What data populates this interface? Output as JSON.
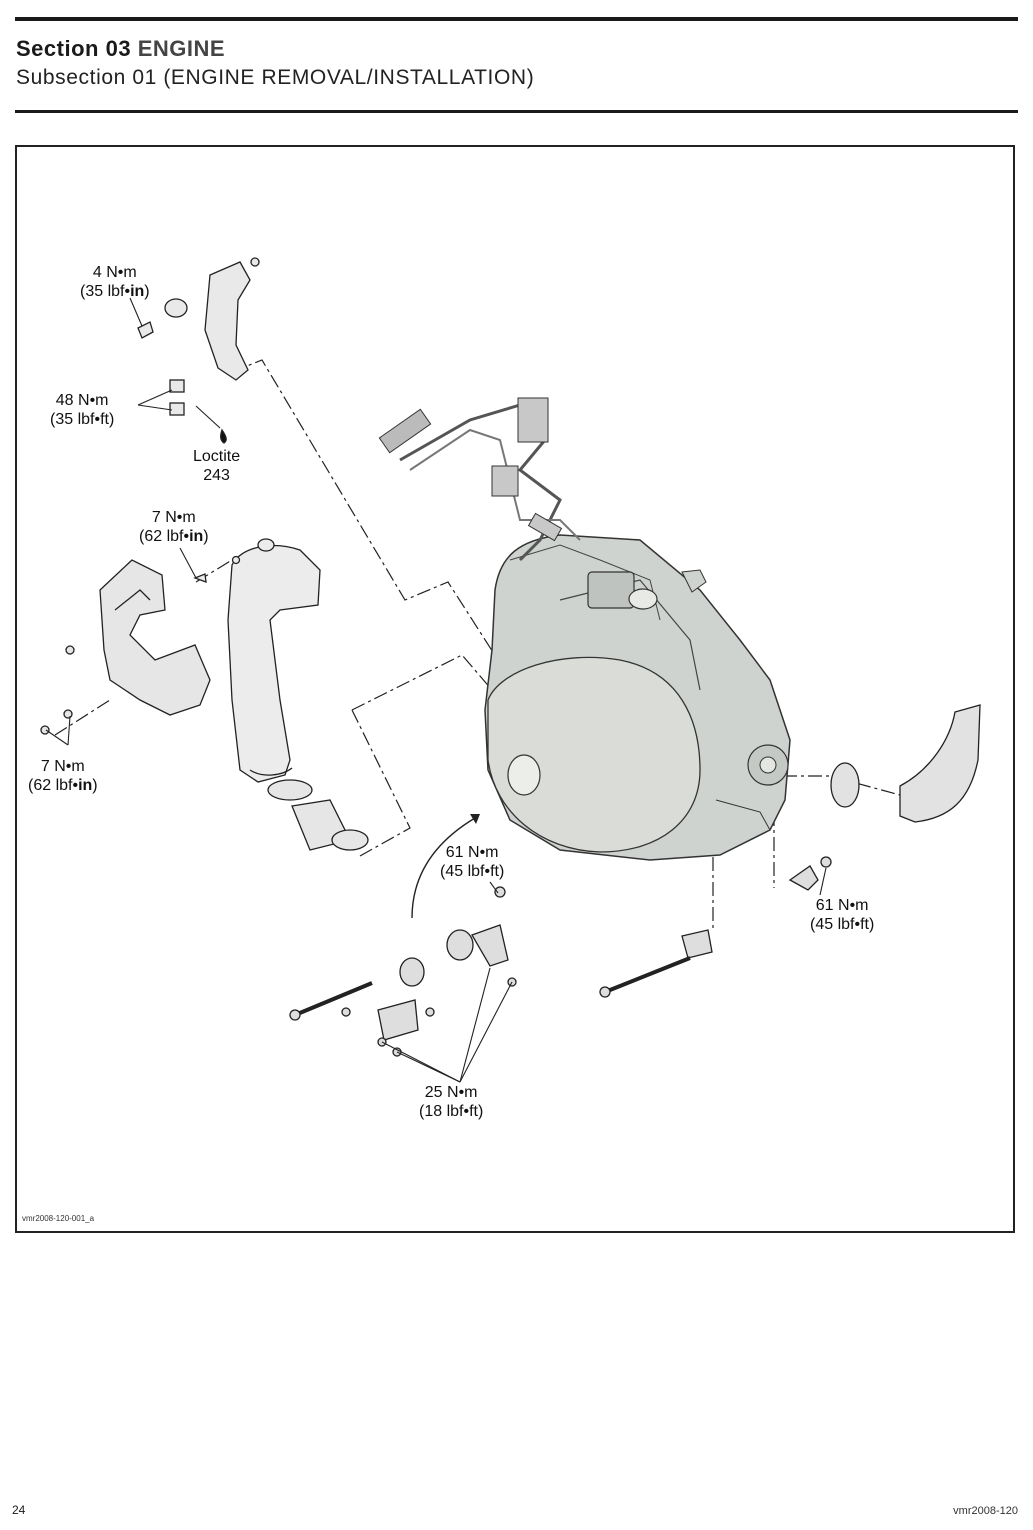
{
  "header": {
    "section_prefix": "Section",
    "section_number": "03",
    "section_name": "ENGINE",
    "subsection": "Subsection 01 (ENGINE REMOVAL/INSTALLATION)"
  },
  "figure": {
    "id": "vmr2008-120-001_a",
    "callouts": {
      "c1_line1": "4 N•m",
      "c1_line2a": "(35 lbf•",
      "c1_line2b": "in",
      "c1_line2c": ")",
      "c2_line1": "48 N•m",
      "c2_line2": "(35 lbf•ft)",
      "c3_line1": "Loctite",
      "c3_line2": "243",
      "c4_line1": "7 N•m",
      "c4_line2a": "(62 lbf•",
      "c4_line2b": "in",
      "c4_line2c": ")",
      "c5_line1": "7 N•m",
      "c5_line2a": "(62 lbf•",
      "c5_line2b": "in",
      "c5_line2c": ")",
      "c6_line1": "61 N•m",
      "c6_line2": "(45 lbf•ft)",
      "c7_line1": "61 N•m",
      "c7_line2": "(45 lbf•ft)",
      "c8_line1": "25 N•m",
      "c8_line2": "(18 lbf•ft)"
    }
  },
  "footer": {
    "page_number": "24",
    "doc_code": "vmr2008-120"
  }
}
